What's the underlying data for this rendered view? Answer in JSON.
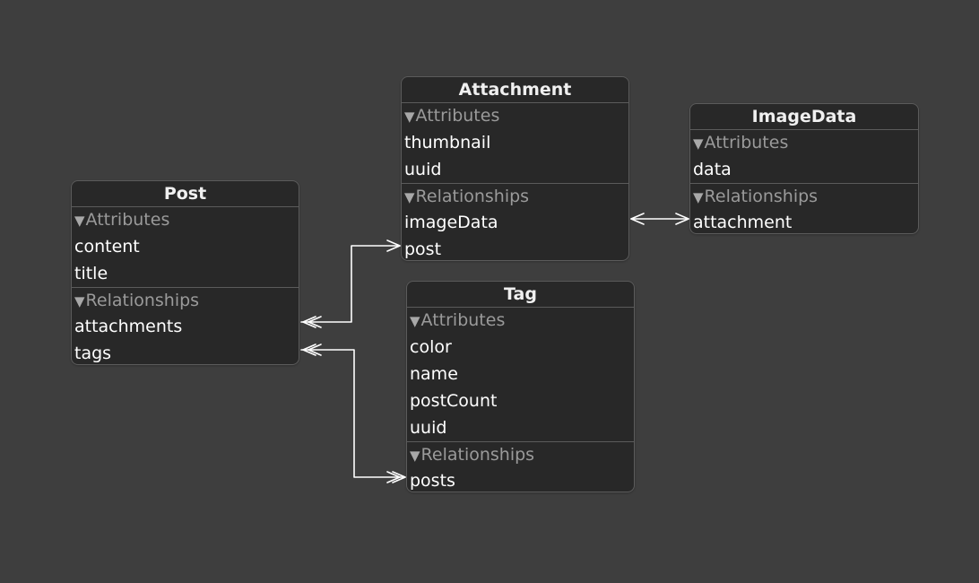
{
  "entities": {
    "post": {
      "title": "Post",
      "attributes_header": "Attributes",
      "attributes": [
        "content",
        "title"
      ],
      "relationships_header": "Relationships",
      "relationships": [
        "attachments",
        "tags"
      ]
    },
    "attachment": {
      "title": "Attachment",
      "attributes_header": "Attributes",
      "attributes": [
        "thumbnail",
        "uuid"
      ],
      "relationships_header": "Relationships",
      "relationships": [
        "imageData",
        "post"
      ]
    },
    "imagedata": {
      "title": "ImageData",
      "attributes_header": "Attributes",
      "attributes": [
        "data"
      ],
      "relationships_header": "Relationships",
      "relationships": [
        "attachment"
      ]
    },
    "tag": {
      "title": "Tag",
      "attributes_header": "Attributes",
      "attributes": [
        "color",
        "name",
        "postCount",
        "uuid"
      ],
      "relationships_header": "Relationships",
      "relationships": [
        "posts"
      ]
    }
  },
  "relationships": [
    {
      "from": "Post.attachments",
      "to": "Attachment.post",
      "type": "to-many / to-one"
    },
    {
      "from": "Post.tags",
      "to": "Tag.posts",
      "type": "to-many / to-many"
    },
    {
      "from": "Attachment.imageData",
      "to": "ImageData.attachment",
      "type": "to-one / to-one"
    }
  ],
  "colors": {
    "background": "#3e3e3e",
    "entity_fill": "#282828",
    "entity_border": "#5b5b5b",
    "section_text": "#9a9a9a",
    "row_text": "#ffffff",
    "connector": "#ffffff"
  }
}
